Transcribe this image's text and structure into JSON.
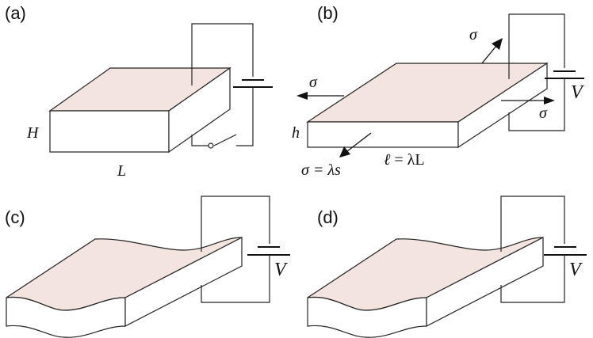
{
  "panels": [
    {
      "id": "a",
      "label": "(a)"
    },
    {
      "id": "b",
      "label": "(b)"
    },
    {
      "id": "c",
      "label": "(c)"
    },
    {
      "id": "d",
      "label": "(d)"
    }
  ],
  "symbols": {
    "H": "H",
    "L": "L",
    "h": "h",
    "sigma": "σ",
    "sigma_eq": "σ = λs",
    "ell_eq_ell": "ℓ",
    "ell_eq_rest": " = λL",
    "V": "V"
  },
  "colors": {
    "top_face": "#f4e4df",
    "stroke": "#222222"
  }
}
